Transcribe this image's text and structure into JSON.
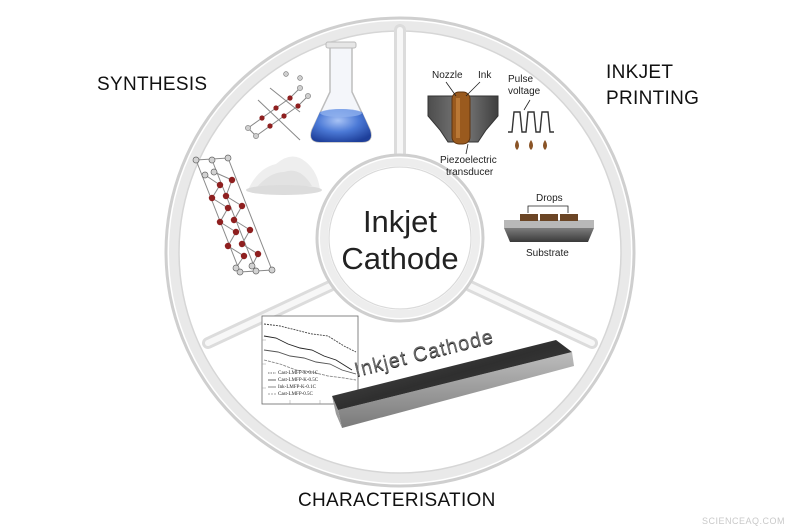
{
  "center": {
    "line1": "Inkjet",
    "line2": "Cathode"
  },
  "sections": {
    "synthesis": "SYNTHESIS",
    "inkjet_printing_line1": "INKJET",
    "inkjet_printing_line2": "PRINTING",
    "characterisation": "CHARACTERISATION"
  },
  "printhead": {
    "nozzle": "Nozzle",
    "ink": "Ink",
    "pulse_line1": "Pulse",
    "pulse_line2": "voltage",
    "piezo_line1": "Piezoelectric",
    "piezo_line2": "transducer"
  },
  "substrate_diagram": {
    "drops": "Drops",
    "substrate": "Substrate"
  },
  "plot_legend": [
    "Cast-LMFP-K-0.1C",
    "Cast-LMFP-K-0.5C",
    "Ink-LMFP-K-0.1C",
    "Cast-LMFP-0.5C"
  ],
  "electrode_text": "Inkjet Cathode",
  "watermark": "SCIENCEAQ.COM",
  "colors": {
    "ring": "#d8d8d8",
    "ink": "#9a5a1e",
    "liquid": "#3f6fd0",
    "electrode": "#3c3c3c",
    "atom": "#8e1f1f"
  }
}
